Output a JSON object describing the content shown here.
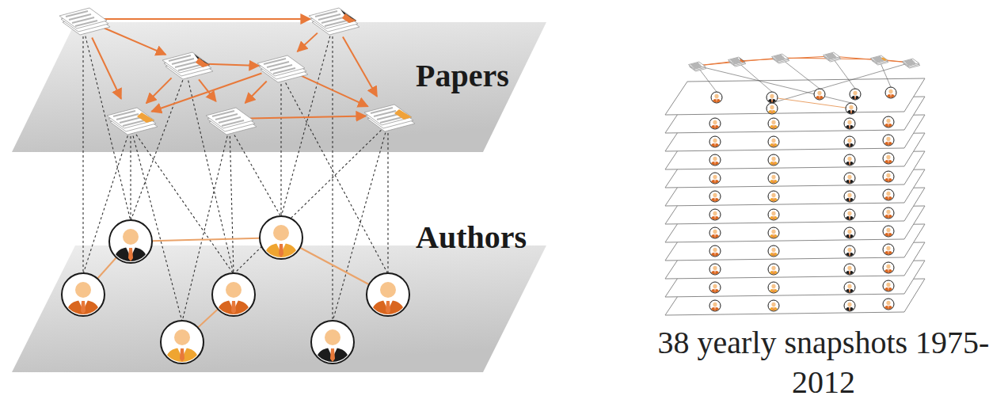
{
  "diagram": {
    "nodes": [
      {
        "text": [
          "Papers"
        ]
      },
      {
        "text": [
          "Authors"
        ]
      }
    ],
    "labels": [
      "38 yearly snapshots 1975-2012"
    ]
  }
}
